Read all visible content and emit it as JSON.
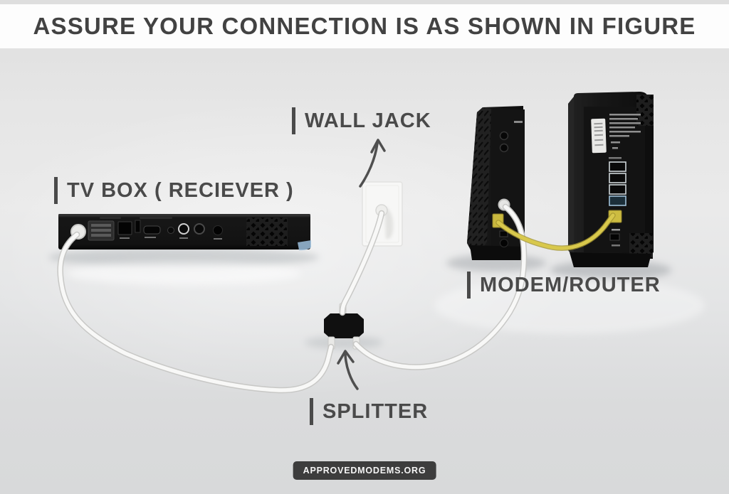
{
  "title": "ASSURE YOUR CONNECTION IS AS SHOWN IN FIGURE",
  "labels": {
    "tv_box": "TV BOX ( RECIEVER )",
    "wall_jack": "WALL JACK",
    "modem_router": "MODEM/ROUTER",
    "splitter": "SPLITTER"
  },
  "footer_badge": "APPROVEDMODEMS.ORG",
  "colors": {
    "title_text": "#424242",
    "label_text": "#4a4a4a",
    "badge_bg": "#3d3d3d",
    "device_black": "#161616",
    "cable_white": "#f7f7f7",
    "cable_yellow": "#d2c246",
    "background": "#e4e4e4",
    "tv_box_accent_blue": "#9cc0dd"
  },
  "diagram": {
    "devices": [
      {
        "id": "tv-box",
        "label_key": "tv_box"
      },
      {
        "id": "wall-jack",
        "label_key": "wall_jack"
      },
      {
        "id": "splitter",
        "label_key": "splitter"
      },
      {
        "id": "modem-router",
        "label_key": "modem_router"
      }
    ],
    "connections": [
      {
        "from": "wall-jack",
        "to": "splitter",
        "cable": "white-coax"
      },
      {
        "from": "splitter",
        "to": "tv-box",
        "cable": "white-coax"
      },
      {
        "from": "splitter",
        "to": "modem",
        "cable": "white-coax"
      },
      {
        "from": "modem",
        "to": "router",
        "cable": "yellow-ethernet"
      }
    ]
  }
}
